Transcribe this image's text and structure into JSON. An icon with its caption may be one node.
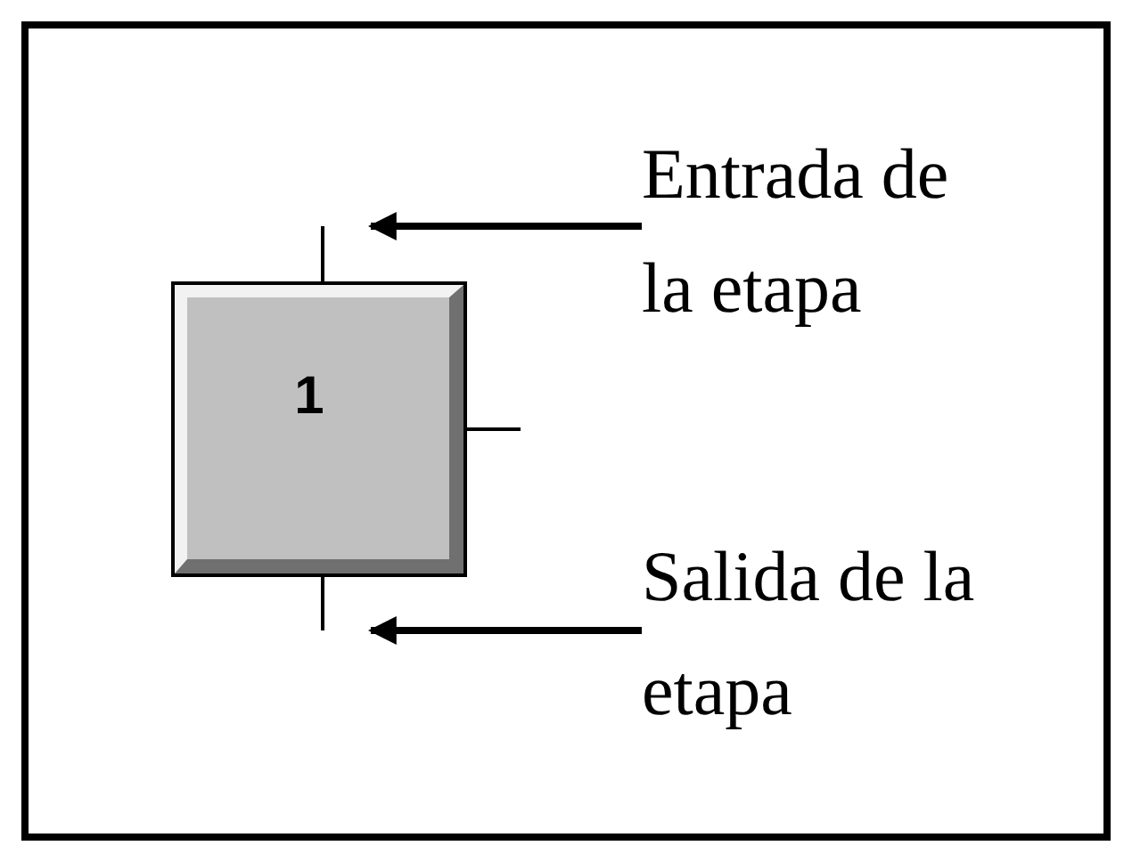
{
  "diagram": {
    "nodes": [
      {
        "text": [
          "1"
        ]
      },
      {
        "text": [
          "Entrada de la etapa"
        ]
      },
      {
        "text": [
          "Salida de la etapa"
        ]
      },
      {
        "text": [],
        "shape": "bar"
      },
      {
        "text": [],
        "shape": "bar"
      }
    ],
    "edges": [
      {
        "from": 1,
        "to": 3,
        "arrow": "to"
      },
      {
        "from": 2,
        "to": 4,
        "arrow": "to"
      }
    ]
  }
}
